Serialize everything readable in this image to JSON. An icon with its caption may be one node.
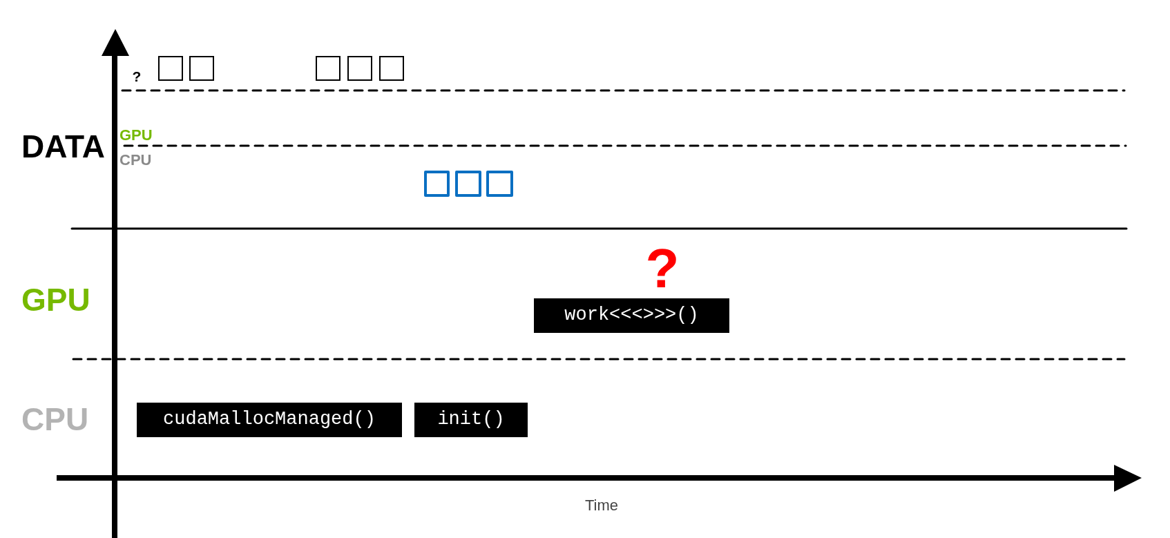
{
  "diagram": {
    "nodes": [
      {
        "text": [],
        "shape": "box"
      },
      {
        "text": [],
        "shape": "box"
      },
      {
        "text": [],
        "shape": "box"
      },
      {
        "text": [],
        "shape": "box"
      },
      {
        "text": [],
        "shape": "box"
      },
      {
        "text": [],
        "shape": "box"
      },
      {
        "text": [],
        "shape": "box"
      },
      {
        "text": [],
        "shape": "box"
      },
      {
        "text": [
          "work<<<>>>()"
        ]
      },
      {
        "text": [
          "cudaMallocManaged()"
        ]
      },
      {
        "text": [
          "init()"
        ]
      }
    ],
    "labels": [
      "?",
      "DATA",
      "GPU",
      "CPU",
      "?",
      "GPU",
      "CPU",
      "Time"
    ]
  }
}
